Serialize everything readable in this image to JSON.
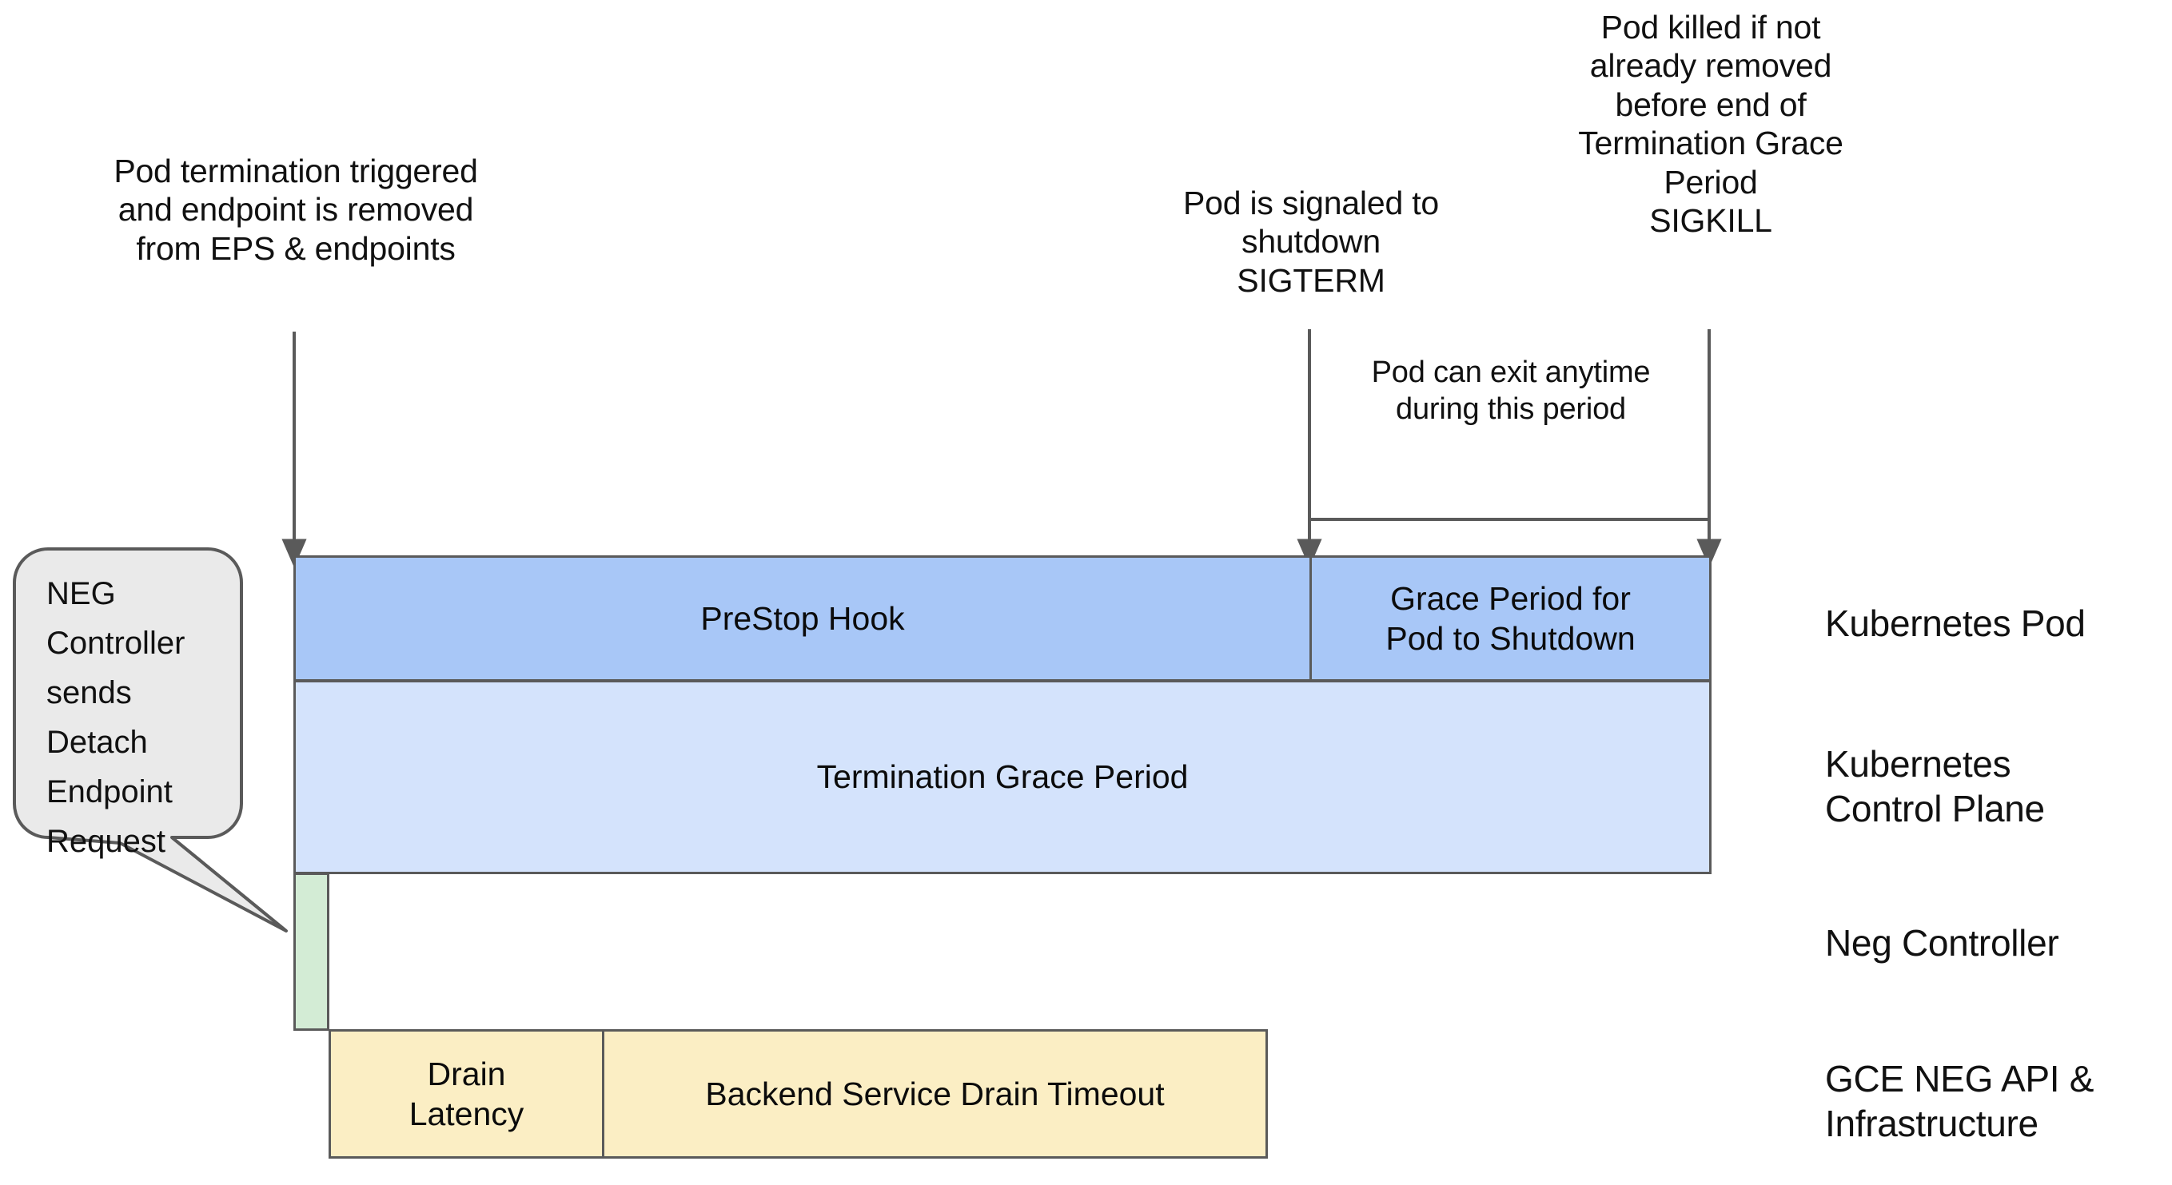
{
  "diagram": {
    "title": "Kubernetes Pod termination timeline with GCE NEG drain",
    "annotations": {
      "pod_termination": "Pod termination triggered\nand endpoint is removed\nfrom EPS & endpoints",
      "sigterm": "Pod is signaled to\nshutdown\nSIGTERM",
      "sigkill": "Pod killed if not\nalready removed\nbefore end of\nTermination Grace\nPeriod\nSIGKILL",
      "pod_exit": "Pod can exit anytime\nduring this period"
    },
    "callout": {
      "text": "NEG\nController\nsends\nDetach\nEndpoint\nRequest"
    },
    "bars": {
      "prestop_hook": "PreStop Hook",
      "grace_period_shutdown": "Grace Period for\nPod to Shutdown",
      "termination_grace_period": "Termination Grace Period",
      "neg_sliver": "",
      "drain_latency": "Drain\nLatency",
      "backend_service_drain_timeout": "Backend Service Drain Timeout"
    },
    "lanes": [
      {
        "label": "Kubernetes Pod"
      },
      {
        "label": "Kubernetes\nControl Plane"
      },
      {
        "label": "Neg Controller"
      },
      {
        "label": "GCE NEG API &\nInfrastructure"
      }
    ],
    "colors": {
      "pod_bar": "#a8c7f7",
      "control_plane_bar": "#d4e3fc",
      "neg_bar": "#d3ecd5",
      "gce_bar": "#fbeec4",
      "stroke": "#5a5a5a",
      "callout_fill": "#eaeaea",
      "text": "#111111",
      "background": "#ffffff"
    }
  }
}
